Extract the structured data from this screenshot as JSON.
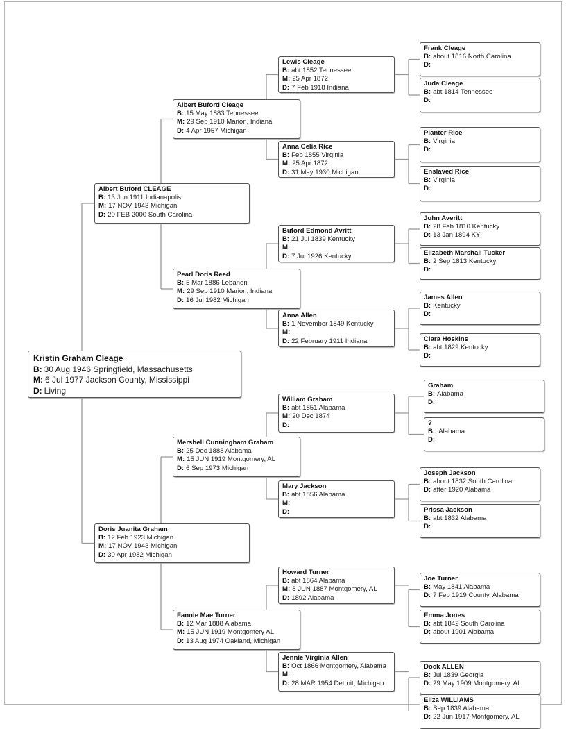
{
  "labels": {
    "birth": "B:",
    "marriage": "M:",
    "death": "D:"
  },
  "people": [
    {
      "name": "Kristin Graham Cleage",
      "b": "30 Aug 1946 Springfield, Massachusetts",
      "m": "6 Jul 1977 Jackson County, Mississippi",
      "d": "Living"
    },
    {
      "name": "Albert Buford CLEAGE",
      "b": "13 Jun 1911 Indianapolis",
      "m": "17 NOV 1943 Michigan",
      "d": "20 FEB 2000 South Carolina"
    },
    {
      "name": "Doris Juanita Graham",
      "b": "12 Feb 1923 Michigan",
      "m": "17 NOV 1943 Michigan",
      "d": "30 Apr 1982 Michigan"
    },
    {
      "name": "Albert Buford Cleage",
      "b": "15 May 1883 Tennessee",
      "m": "29 Sep 1910 Marion, Indiana",
      "d": "4 Apr 1957 Michigan"
    },
    {
      "name": "Pearl Doris Reed",
      "b": "5 Mar 1886 Lebanon",
      "m": "29 Sep 1910 Marion, Indiana",
      "d": "16 Jul 1982 Michigan"
    },
    {
      "name": "Mershell Cunningham Graham",
      "b": "25 Dec 1888  Alabama",
      "m": "15 JUN 1919 Montgomery, AL",
      "d": "6 Sep 1973 Michigan"
    },
    {
      "name": "Fannie Mae Turner",
      "b": "12 Mar 1888  Alabama",
      "m": "15 JUN 1919 Montgomery  AL",
      "d": "13 Aug 1974 Oakland, Michigan"
    },
    {
      "name": "Lewis Cleage",
      "b": "abt 1852 Tennessee",
      "m": "25 Apr 1872",
      "d": "7 Feb 1918 Indiana"
    },
    {
      "name": "Anna Celia Rice",
      "b": "Feb 1855  Virginia",
      "m": "25 Apr 1872",
      "d": "31 May 1930 Michigan"
    },
    {
      "name": "Buford Edmond Avritt",
      "b": "21 Jul 1839 Kentucky",
      "m": "",
      "d": "7 Jul 1926 Kentucky"
    },
    {
      "name": "Anna Allen",
      "b": "1 November 1849 Kentucky",
      "m": "",
      "d": "22 February 1911 Indiana"
    },
    {
      "name": "William Graham",
      "b": "abt 1851 Alabama",
      "m": "20 Dec 1874",
      "d": ""
    },
    {
      "name": "Mary Jackson",
      "b": "abt 1856  Alabama",
      "m": "",
      "d": ""
    },
    {
      "name": "Howard Turner",
      "b": "abt 1864 Alabama",
      "m": "8 JUN 1887 Montgomery, AL",
      "d": "1892   Alabama"
    },
    {
      "name": "Jennie Virginia Allen",
      "b": "Oct 1866 Montgomery, Alabama",
      "m": "",
      "d": "28 MAR 1954 Detroit, Michigan"
    },
    {
      "name": "Frank Cleage",
      "b": "about 1816 North Carolina",
      "d": ""
    },
    {
      "name": "Juda Cleage",
      "b": "abt 1814  Tennessee",
      "d": ""
    },
    {
      "name": "Planter Rice",
      "b": "Virginia",
      "d": ""
    },
    {
      "name": "Enslaved Rice",
      "b": "Virginia",
      "d": ""
    },
    {
      "name": "John Averitt",
      "b": "28 Feb 1810 Kentucky",
      "d": "13 Jan 1894 KY"
    },
    {
      "name": "Elizabeth Marshall Tucker",
      "b": "2 Sep 1813 Kentucky",
      "d": ""
    },
    {
      "name": "James Allen",
      "b": "Kentucky",
      "d": ""
    },
    {
      "name": "Clara Hoskins",
      "b": "abt 1829 Kentucky",
      "d": ""
    },
    {
      "name": "Graham",
      "b": "Alabama",
      "d": ""
    },
    {
      "name": "?",
      "b": " Alabama",
      "d": ""
    },
    {
      "name": "Joseph Jackson",
      "b": "about 1832 South Carolina",
      "d": "after 1920 Alabama"
    },
    {
      "name": "Prissa Jackson",
      "b": "abt 1832 Alabama",
      "d": ""
    },
    {
      "name": "Joe Turner",
      "b": "May 1841  Alabama",
      "d": "7 Feb 1919 County, Alabama"
    },
    {
      "name": "Emma Jones",
      "b": "abt 1842 South Carolina",
      "d": "about 1901 Alabama"
    },
    {
      "name": "Dock ALLEN",
      "b": "Jul 1839 Georgia",
      "d": "29 May 1909 Montgomery, AL"
    },
    {
      "name": "Eliza WILLIAMS",
      "b": "Sep 1839 Alabama",
      "d": "22 Jun 1917 Montgomery, AL"
    }
  ]
}
